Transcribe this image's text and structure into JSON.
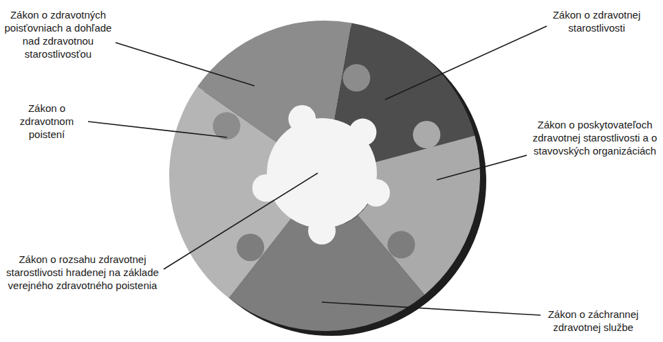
{
  "diagram": {
    "labels": [
      "Zákon o zdravotných poisťovniach a dohľade nad zdravotnou starostlivosťou",
      "Zákon o zdravotnej starostlivosti",
      "Zákon o zdravotnom poistení",
      "Zákon o poskytovateľoch zdravotnej starostlivosti a o stavovských organizáciách",
      "Zákon o rozsahu zdravotnej starostlivosti hradenej na základe verejného zdravotného poistenia",
      "Zákon o záchrannej zdravotnej službe"
    ]
  }
}
